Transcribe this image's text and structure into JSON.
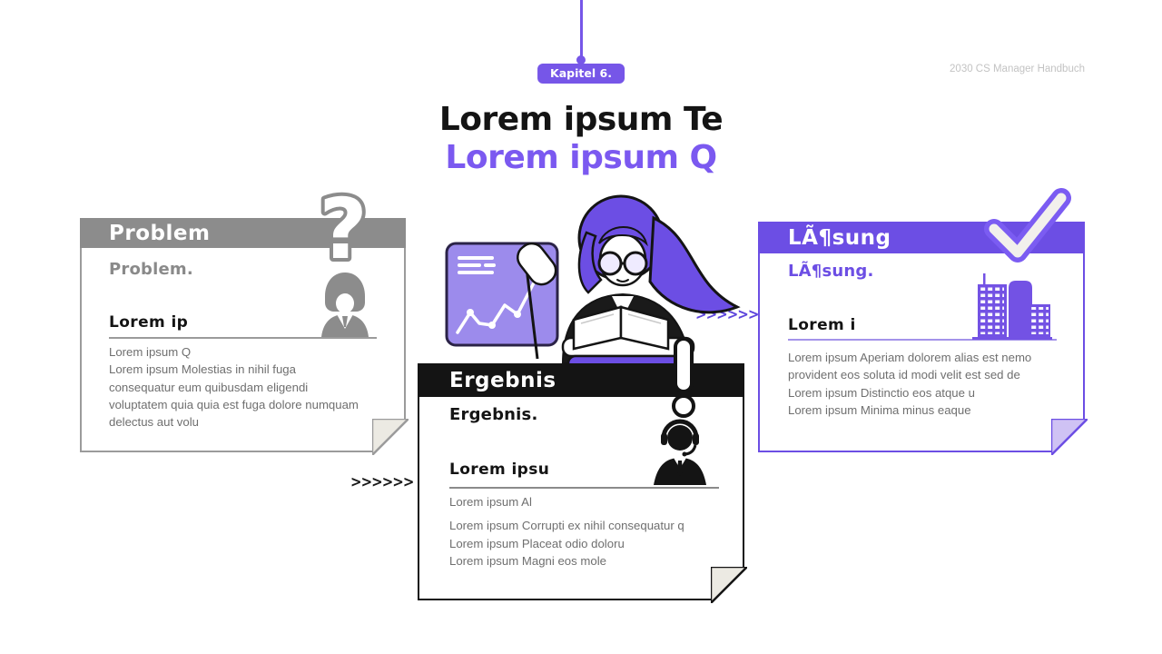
{
  "page": {
    "badge": "Kapitel 6.",
    "corner_note": "2030 CS Manager Handbuch",
    "title": "Lorem ipsum Te",
    "subtitle": "Lorem ipsum Q"
  },
  "cards": {
    "problem": {
      "header": "Problem",
      "subtitle": "Problem.",
      "heading": "Lorem ip",
      "body": [
        "Lorem ipsum Q",
        "Lorem ipsum Molestias in nihil fuga",
        "consequatur eum quibusdam eligendi",
        "voluptatem quia quia est fuga dolore numquam",
        "delectus aut volu"
      ]
    },
    "ergebnis": {
      "header": "Ergebnis",
      "subtitle": "Ergebnis.",
      "heading": "Lorem ipsu",
      "body": [
        "Lorem ipsum Al",
        "",
        "Lorem ipsum Corrupti ex nihil consequatur q",
        "Lorem ipsum Placeat odio doloru",
        "Lorem ipsum Magni eos mole"
      ]
    },
    "loesung": {
      "header": "LÃ¶sung",
      "subtitle": "LÃ¶sung.",
      "heading": "Lorem i",
      "body": [
        "Lorem ipsum Aperiam dolorem alias est nemo",
        "provident eos soluta id modi velit est sed de",
        "Lorem ipsum Distinctio eos atque u",
        "Lorem ipsum Minima minus eaque"
      ]
    }
  },
  "icons": {
    "chevrons": ">>>>>>",
    "question_mark": "?"
  },
  "colors": {
    "accent_purple": "#6C4EE4",
    "badge_purple": "#7656E8",
    "title_purple": "#7B59F0",
    "gray_header": "#8C8C8C",
    "body_text_gray": "#6F6F6F",
    "black": "#141414"
  }
}
